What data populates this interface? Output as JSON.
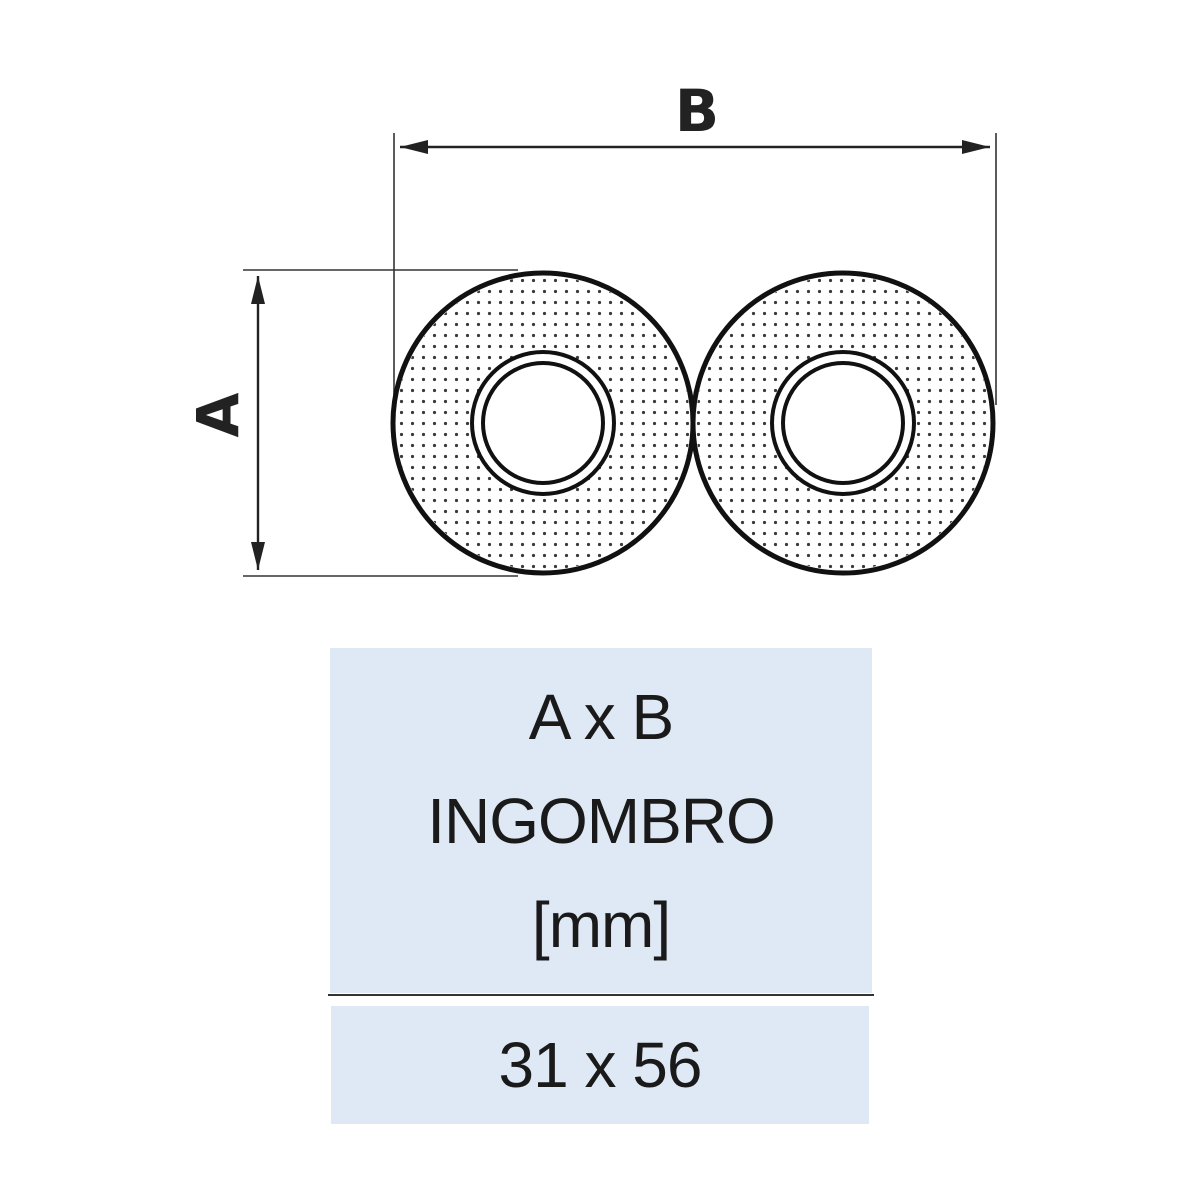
{
  "diagram": {
    "label_a": "A",
    "label_b": "B"
  },
  "table": {
    "header_line1": "A x B",
    "header_line2": "INGOMBRO",
    "header_line3": "[mm]",
    "value": "31 x 56"
  }
}
